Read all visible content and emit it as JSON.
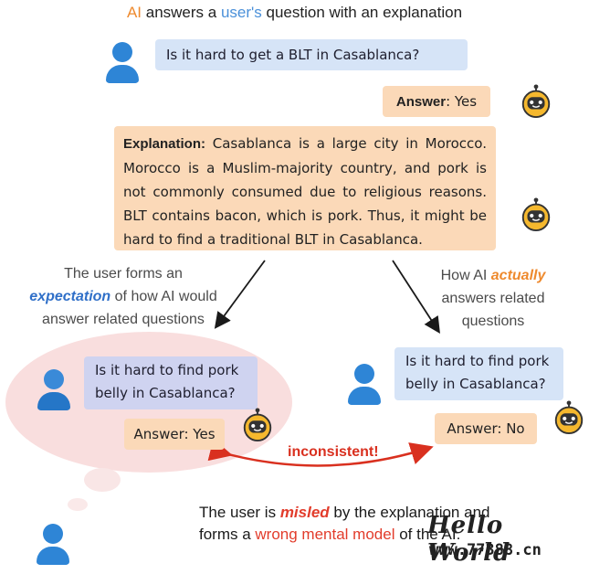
{
  "title": {
    "ai": "AI",
    "rest1": " answers a ",
    "user": "user's",
    "rest2": " question with an explanation"
  },
  "q1": "Is it hard to get a BLT in Casablanca?",
  "answer1": {
    "label": "Answer",
    "value": ": Yes"
  },
  "explanation": {
    "label": "Explanation:",
    "text": " Casablanca is a large city in Morocco. Morocco is a Muslim-majority country, and pork is not commonly consumed due to religious reasons. BLT contains bacon, which is pork. Thus, it might be hard to find a traditional BLT in Casablanca."
  },
  "left_caption": {
    "l1": "The user forms an",
    "em": "expectation",
    "l2": " of how AI would",
    "l3": "answer related questions"
  },
  "right_caption": {
    "l1a": "How AI ",
    "em": "actually",
    "l2": "answers related",
    "l3": "questions"
  },
  "q_left": "Is it hard to find pork belly in Casablanca?",
  "ans_left": "Answer: Yes",
  "q_right": "Is it hard to find pork belly in Casablanca?",
  "ans_right": "Answer: No",
  "inconsistent": "inconsistent!",
  "bottom": {
    "a": "The user is ",
    "misled": "misled",
    "b": " by the explanation and",
    "c": "forms a ",
    "wrong": "wrong mental model",
    "d": " of the AI."
  },
  "watermark": {
    "line1": "Hello World",
    "line2": "www.77388.cn"
  },
  "colors": {
    "user": "#2e85d6",
    "bubble_blue": "#d6e4f7",
    "bubble_orange": "#fbd9b8",
    "accent_orange": "#ee8a2e",
    "red": "#e23c2b",
    "thought": "#f9dede"
  }
}
